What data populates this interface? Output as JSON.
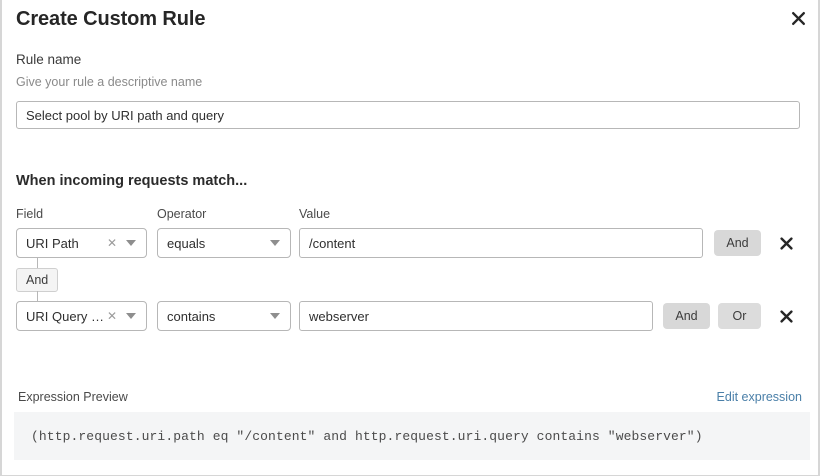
{
  "dialog": {
    "title": "Create Custom Rule",
    "close_icon": "close-icon"
  },
  "rule_name": {
    "label": "Rule name",
    "hint": "Give your rule a descriptive name",
    "value": "Select pool by URI path and query",
    "placeholder": "Select pool by URI path and query"
  },
  "conditions": {
    "heading": "When incoming requests match...",
    "columns": {
      "field": "Field",
      "operator": "Operator",
      "value": "Value"
    },
    "connector": {
      "label": "And"
    },
    "rows": [
      {
        "field": "URI Path",
        "operator": "equals",
        "value": "/content",
        "buttons": [
          "And"
        ]
      },
      {
        "field": "URI Query St...",
        "operator": "contains",
        "value": "webserver",
        "buttons": [
          "And",
          "Or"
        ]
      }
    ]
  },
  "expression": {
    "label": "Expression Preview",
    "edit_link": "Edit expression",
    "code": "(http.request.uri.path eq \"/content\" and http.request.uri.query contains \"webserver\")"
  },
  "colors": {
    "link": "#4a7fa8",
    "pill": "#d8d8d8",
    "code_bg": "#f4f5f6",
    "border": "#b7b7b7"
  }
}
